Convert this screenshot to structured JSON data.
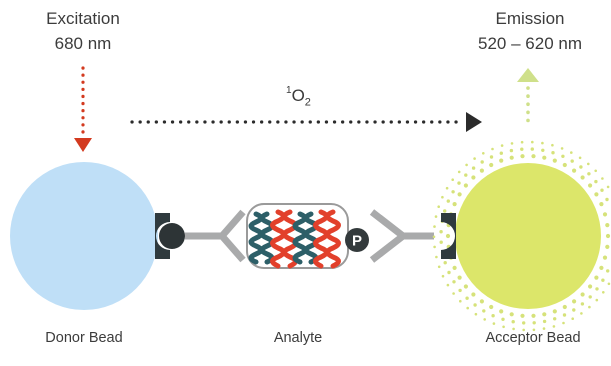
{
  "excitation": {
    "title": "Excitation",
    "wavelength": "680 nm"
  },
  "emission": {
    "title": "Emission",
    "wavelength": "520 – 620 nm"
  },
  "singlet_oxygen": {
    "superscript": "1",
    "base": "O",
    "subscript": "2"
  },
  "labels": {
    "donor": "Donor Bead",
    "analyte": "Analyte",
    "acceptor": "Acceptor Bead"
  },
  "phospho_symbol": "P",
  "colors": {
    "donor_bead": "#bfdff7",
    "acceptor_bead": "#dce66a",
    "acceptor_glow": "#d6e27a",
    "excitation_arrow": "#d33a1f",
    "emission_arrow": "#cfe08a",
    "oxygen_arrow": "#2b2b2b",
    "antibody": "#a9aaab",
    "connector": "#2f3a3e",
    "helix_teal": "#2d5f68",
    "helix_red": "#e2402b"
  }
}
